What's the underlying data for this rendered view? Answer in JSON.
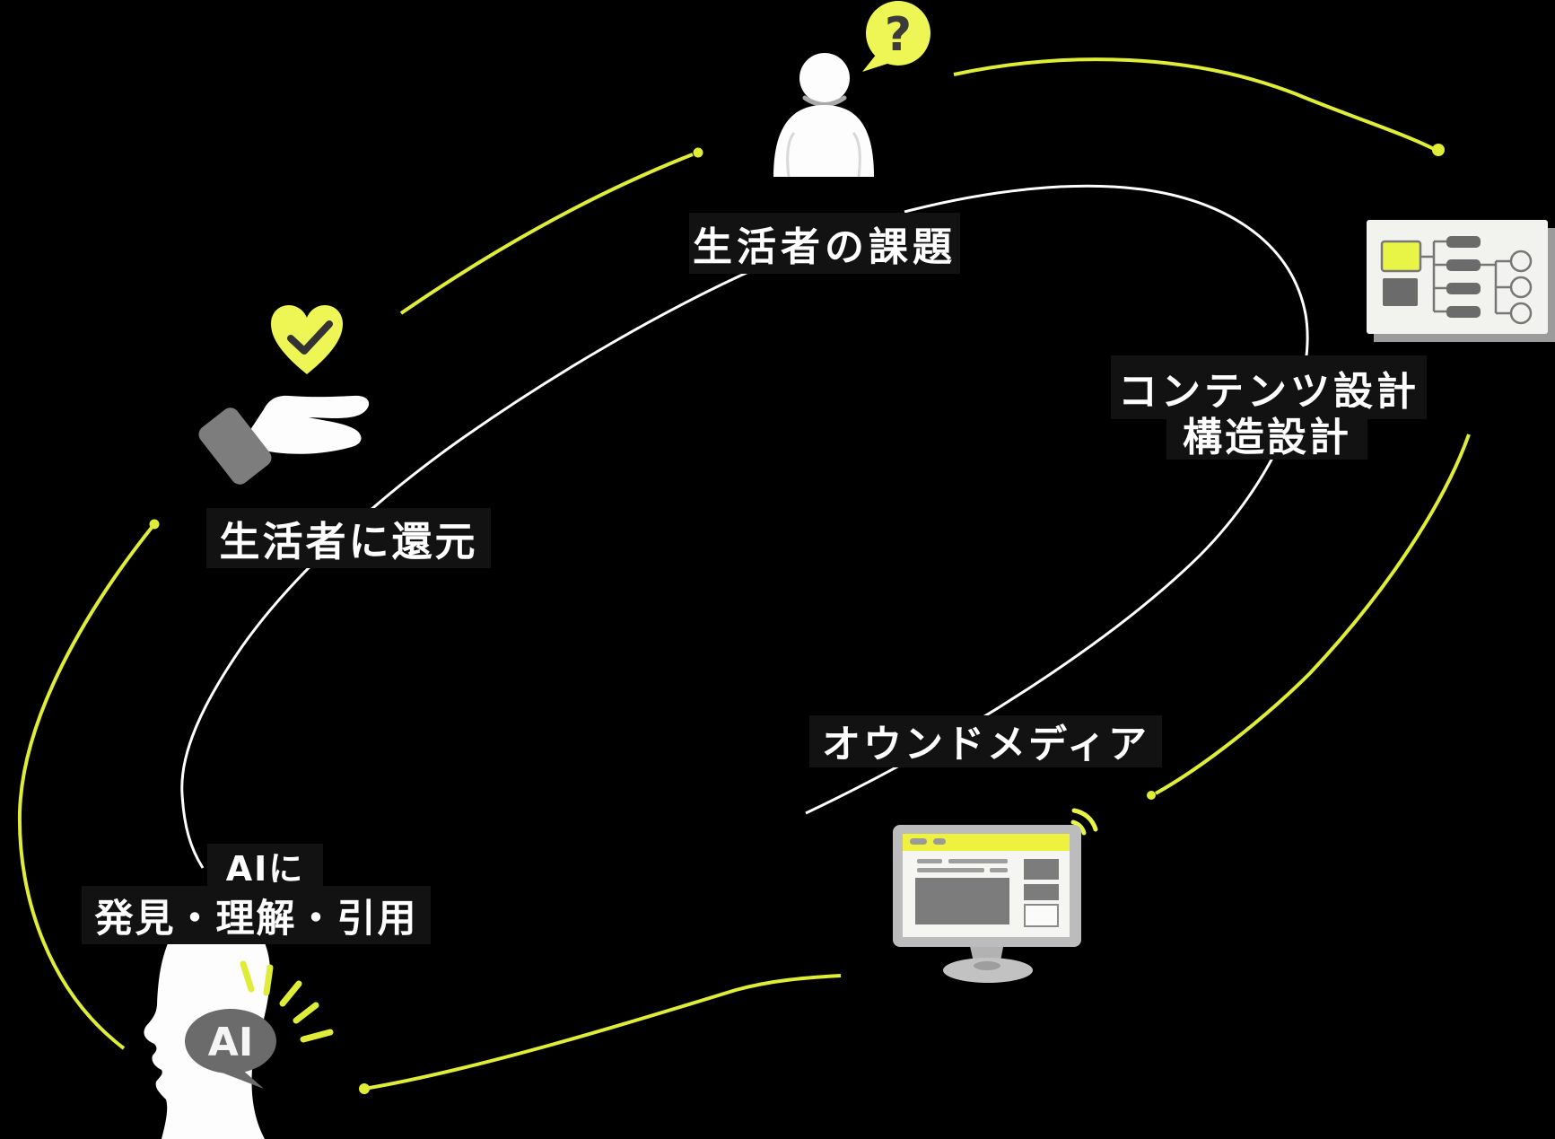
{
  "colors": {
    "background": "#000000",
    "accent_yellow": "#e0ed38",
    "accent_yellow_bright": "#edf655",
    "label_background": "#121212",
    "label_text": "#ffffff",
    "icon_white": "#fdfdfd",
    "icon_gray": "#6b6b6b",
    "arc_white": "#ffffff"
  },
  "nodes": {
    "consumer": {
      "label": "生活者の課題",
      "bubble_text": "?",
      "icon": "person-with-question-bubble"
    },
    "content_design": {
      "label_line1": "コンテンツ設計",
      "label_line2": "構造設計",
      "icon": "sitemap-card"
    },
    "owned_media": {
      "label": "オウンドメディア",
      "icon": "desktop-monitor-with-signal"
    },
    "ai": {
      "label_line1": "AIに",
      "label_line2": "発見・理解・引用",
      "bubble_text": "AI",
      "icon": "head-silhouette-with-ai-bubble"
    },
    "return": {
      "label": "生活者に還元",
      "icon": "hand-offering-heart-with-check"
    }
  }
}
